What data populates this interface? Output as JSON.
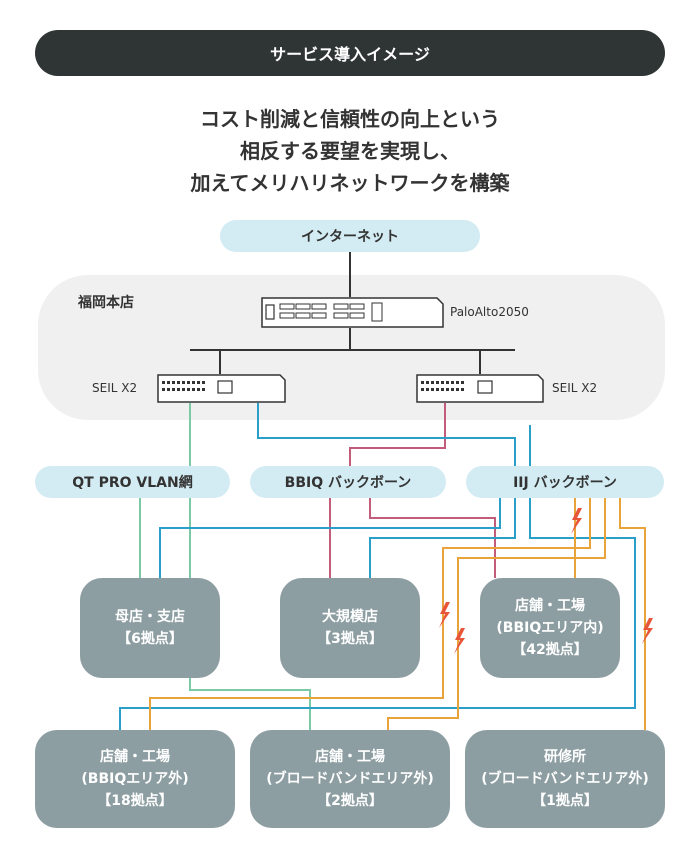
{
  "banner": {
    "title": "サービス導入イメージ"
  },
  "headline": {
    "lines": [
      "コスト削減と信頼性の向上という",
      "相反する要望を実現し、",
      "加えてメリハリネットワークを構築"
    ]
  },
  "internet": {
    "label": "インターネット"
  },
  "hq": {
    "label": "福岡本店",
    "firewall_label": "PaloAlto2050",
    "router_left_label": "SEIL X2",
    "router_right_label": "SEIL X2"
  },
  "networks": {
    "qt": "QT PRO VLAN網",
    "bbiq": "BBIQ バックボーン",
    "iij": "IIJ バックボーン"
  },
  "sites": {
    "mother": {
      "name": "母店・支店",
      "count": "【6拠点】"
    },
    "large": {
      "name": "大規模店",
      "count": "【3拠点】"
    },
    "shop_bbiq_in": {
      "name": "店舗・工場",
      "area": "(BBIQエリア内)",
      "count": "【42拠点】"
    },
    "shop_bbiq_out": {
      "name": "店舗・工場",
      "area": "(BBIQエリア外)",
      "count": "【18拠点】"
    },
    "shop_broadband": {
      "name": "店舗・工場",
      "area": "(ブロードバンドエリア外)",
      "count": "【2拠点】"
    },
    "training": {
      "name": "研修所",
      "area": "(ブロードバンドエリア外)",
      "count": "【1拠点】"
    }
  },
  "colors": {
    "qt_line": "#7cc9a5",
    "bbiq_line": "#c25c7a",
    "iij_line": "#2a9fc9",
    "broadband_line": "#e8a33a",
    "bolt": "#e8563a",
    "node_fill": "#8d9ea2",
    "pill_fill": "#d3ecf3"
  }
}
